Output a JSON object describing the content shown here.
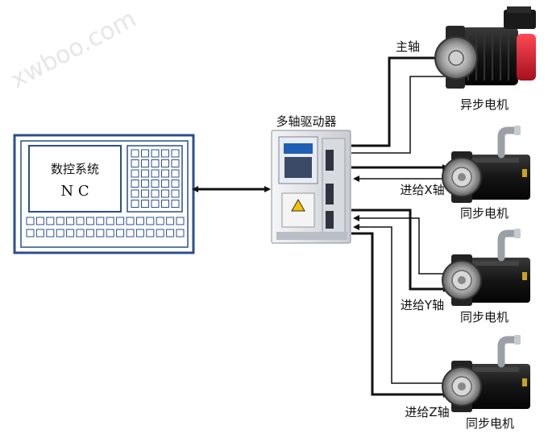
{
  "watermark": "xwboo.com",
  "controller": {
    "title": "数控系统",
    "subtitle": "N C"
  },
  "driver": {
    "title": "多轴驱动器"
  },
  "motors": [
    {
      "axis_label": "主轴",
      "motor_label": "异步电机",
      "kind": "async"
    },
    {
      "axis_label": "进给X轴",
      "motor_label": "同步电机",
      "kind": "servo"
    },
    {
      "axis_label": "进给Y轴",
      "motor_label": "同步电机",
      "kind": "servo"
    },
    {
      "axis_label": "进给Z轴",
      "motor_label": "同步电机",
      "kind": "servo"
    }
  ],
  "colors": {
    "frame": "#2c4f8c",
    "wire": "#111111",
    "async_motor_accent": "#cc1b2a",
    "motor_body": "#1b1b1b"
  }
}
